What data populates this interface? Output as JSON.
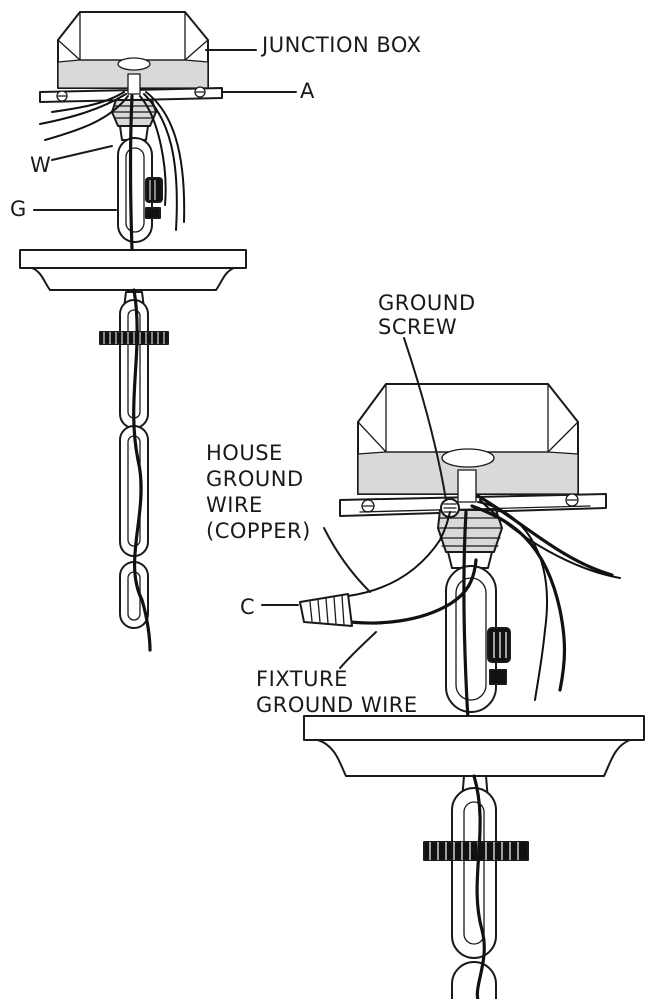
{
  "labels": {
    "junction_box": "JUNCTION BOX",
    "a": "A",
    "w": "W",
    "g": "G",
    "ground_screw_line1": "GROUND",
    "ground_screw_line2": "SCREW",
    "house_ground_line1": "HOUSE",
    "house_ground_line2": "GROUND",
    "house_ground_line3": "WIRE",
    "house_ground_line4": "(COPPER)",
    "c": "C",
    "fixture_ground_line1": "FIXTURE",
    "fixture_ground_line2": "GROUND WIRE"
  }
}
